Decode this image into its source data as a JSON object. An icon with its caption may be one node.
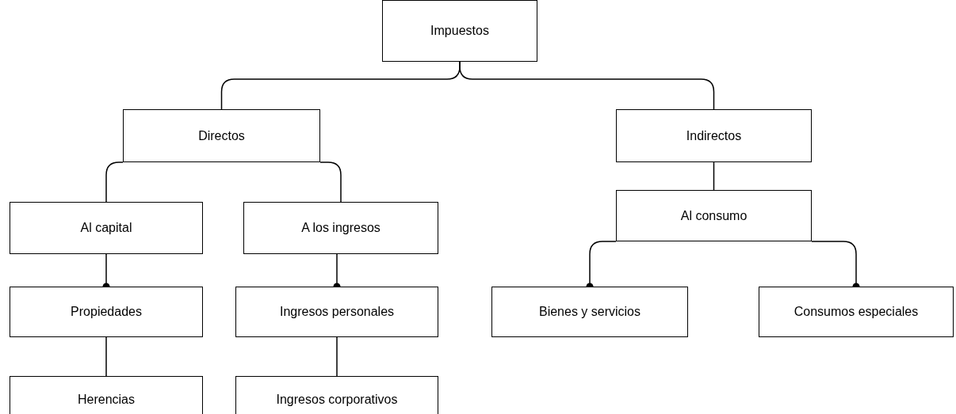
{
  "diagram": {
    "nodes": [
      {
        "text": [
          "Impuestos"
        ]
      },
      {
        "text": [
          "Directos"
        ]
      },
      {
        "text": [
          "Indirectos"
        ]
      },
      {
        "text": [
          "Al capital"
        ]
      },
      {
        "text": [
          "A los ingresos"
        ]
      },
      {
        "text": [
          "Al consumo"
        ]
      },
      {
        "text": [
          "Propiedades"
        ]
      },
      {
        "text": [
          "Ingresos personales"
        ]
      },
      {
        "text": [
          "Bienes y servicios"
        ]
      },
      {
        "text": [
          "Consumos especiales"
        ]
      },
      {
        "text": [
          "Herencias"
        ]
      },
      {
        "text": [
          "Ingresos corporativos"
        ]
      }
    ],
    "edges": [
      {
        "from": 0,
        "to": 1,
        "arrow": "none"
      },
      {
        "from": 0,
        "to": 2,
        "arrow": "none"
      },
      {
        "from": 1,
        "to": 3,
        "arrow": "none"
      },
      {
        "from": 1,
        "to": 4,
        "arrow": "none"
      },
      {
        "from": 2,
        "to": 5,
        "arrow": "none"
      },
      {
        "from": 3,
        "to": 6,
        "arrow": "other"
      },
      {
        "from": 4,
        "to": 7,
        "arrow": "other"
      },
      {
        "from": 5,
        "to": 8,
        "arrow": "other"
      },
      {
        "from": 5,
        "to": 9,
        "arrow": "other"
      },
      {
        "from": 6,
        "to": 10,
        "arrow": "none"
      },
      {
        "from": 7,
        "to": 11,
        "arrow": "none"
      }
    ]
  }
}
